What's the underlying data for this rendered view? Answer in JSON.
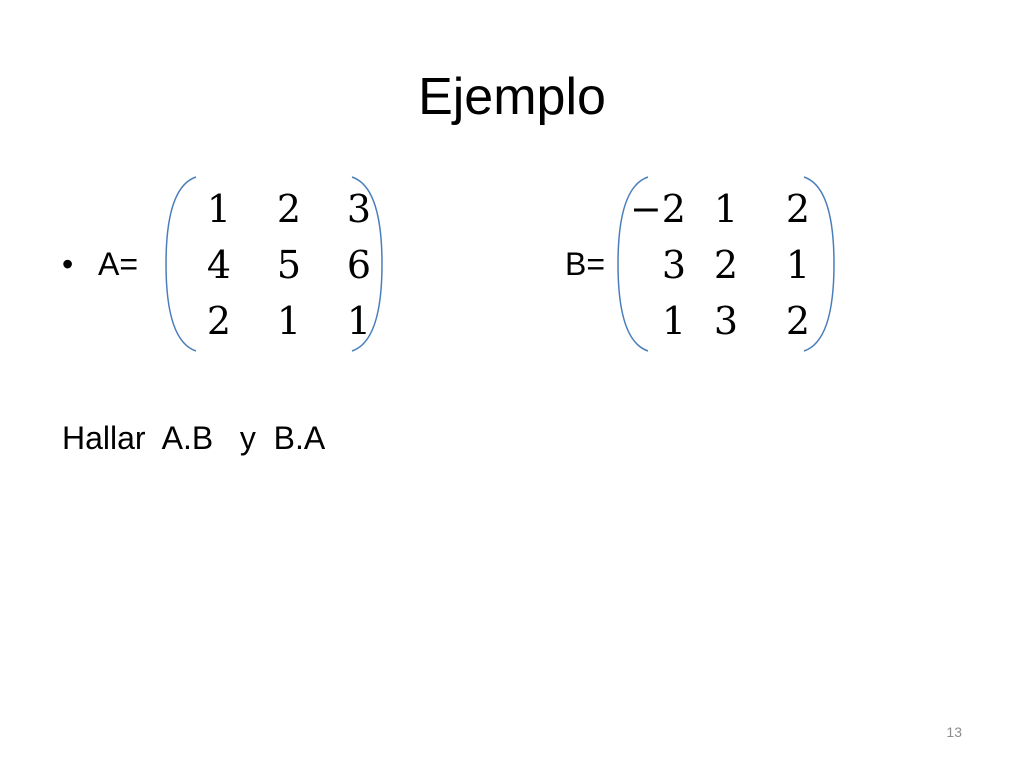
{
  "slide": {
    "title": "Ejemplo",
    "bullet_symbol": "•",
    "label_a": "A=",
    "label_b": "B=",
    "matrix_a": [
      [
        "1",
        "2",
        "3"
      ],
      [
        "4",
        "5",
        "6"
      ],
      [
        "2",
        "1",
        "1"
      ]
    ],
    "matrix_b": [
      [
        "−2",
        "1",
        "2"
      ],
      [
        "3",
        "2",
        "1"
      ],
      [
        "1",
        "3",
        "2"
      ]
    ],
    "task": "Hallar  A.B   y  B.A",
    "page_number": "13",
    "bracket_color": "#4a7ebb"
  }
}
